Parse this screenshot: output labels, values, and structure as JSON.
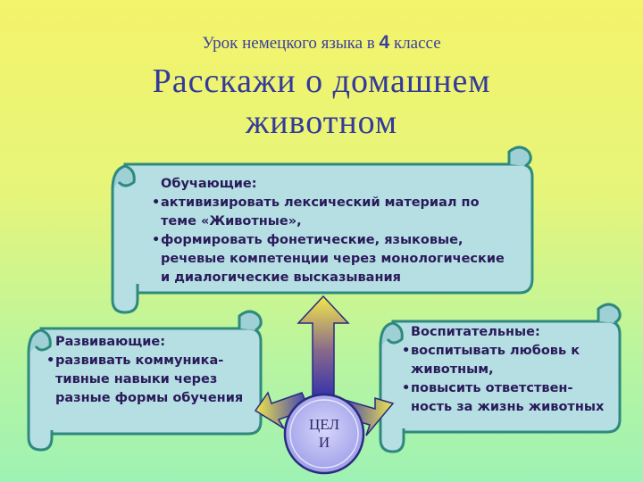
{
  "header": {
    "subtitle_pre": "Урок немецкого языка в",
    "subtitle_num": "4",
    "subtitle_post": "классе",
    "title_line1": "Расскажи о домашнем",
    "title_line2": "животном"
  },
  "goals": {
    "teaching": {
      "heading": "Обучающие:",
      "item1_l1": "активизировать лексический материал по",
      "item1_l2": "теме «Животные»,",
      "item2_l1": "формировать фонетические, языковые,",
      "item2_l2": "речевые компетенции через монологические",
      "item2_l3": "и диалогические высказывания"
    },
    "developing": {
      "heading": "Развивающие:",
      "item1_l1": "развивать коммуника-",
      "item1_l2": "тивные навыки через",
      "item1_l3": "разные формы обучения"
    },
    "educational": {
      "heading": "Воспитательные:",
      "item1_l1": "воспитывать любовь к",
      "item1_l2": "животным,",
      "item2_l1": "повысить ответствен-",
      "item2_l2": "ность за жизнь животных"
    }
  },
  "center": {
    "line1": "ЦЕЛ",
    "line2": "И"
  },
  "colors": {
    "scroll_fill": "#b5dfe3",
    "scroll_border": "#2e8a7e",
    "title_text": "#333a9a",
    "circle_fill": "#a9a9ee",
    "circle_border": "#2a2a80"
  }
}
